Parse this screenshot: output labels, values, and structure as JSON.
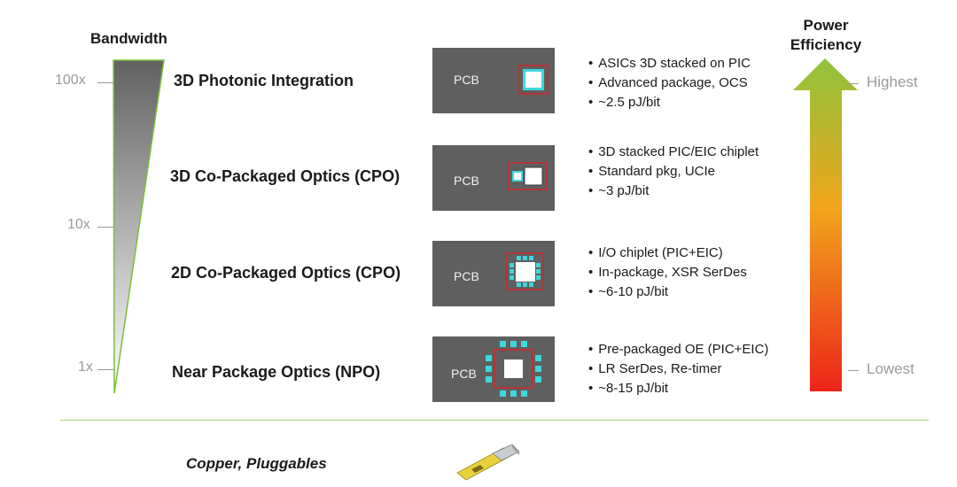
{
  "bandwidth": {
    "title": "Bandwidth",
    "ticks": [
      "100x",
      "10x",
      "1x"
    ]
  },
  "power_efficiency": {
    "title_line1": "Power",
    "title_line2": "Efficiency",
    "highest": "Highest",
    "lowest": "Lowest"
  },
  "tiers": [
    {
      "title": "3D Photonic Integration",
      "pcb": "PCB",
      "bullets": [
        "ASICs 3D stacked on PIC",
        "Advanced package, OCS",
        "~2.5 pJ/bit"
      ]
    },
    {
      "title": "3D Co-Packaged Optics (CPO)",
      "pcb": "PCB",
      "bullets": [
        "3D stacked PIC/EIC chiplet",
        "Standard pkg, UCIe",
        "~3 pJ/bit"
      ]
    },
    {
      "title": "2D Co-Packaged Optics (CPO)",
      "pcb": "PCB",
      "bullets": [
        "I/O chiplet (PIC+EIC)",
        "In-package, XSR SerDes",
        "~6-10 pJ/bit"
      ]
    },
    {
      "title": "Near Package Optics (NPO)",
      "pcb": "PCB",
      "bullets": [
        "Pre-packaged OE (PIC+EIC)",
        "LR SerDes, Re-timer",
        "~8-15 pJ/bit"
      ]
    }
  ],
  "baseline": {
    "label": "Copper, Pluggables"
  },
  "colors": {
    "pcb_fill": "#5f5f5f",
    "chip_outline": "#d0262a",
    "optical": "#3fd6dc",
    "arrow_top": "#8fc43c",
    "arrow_bottom": "#ee2419",
    "separator": "#9fd36b"
  }
}
